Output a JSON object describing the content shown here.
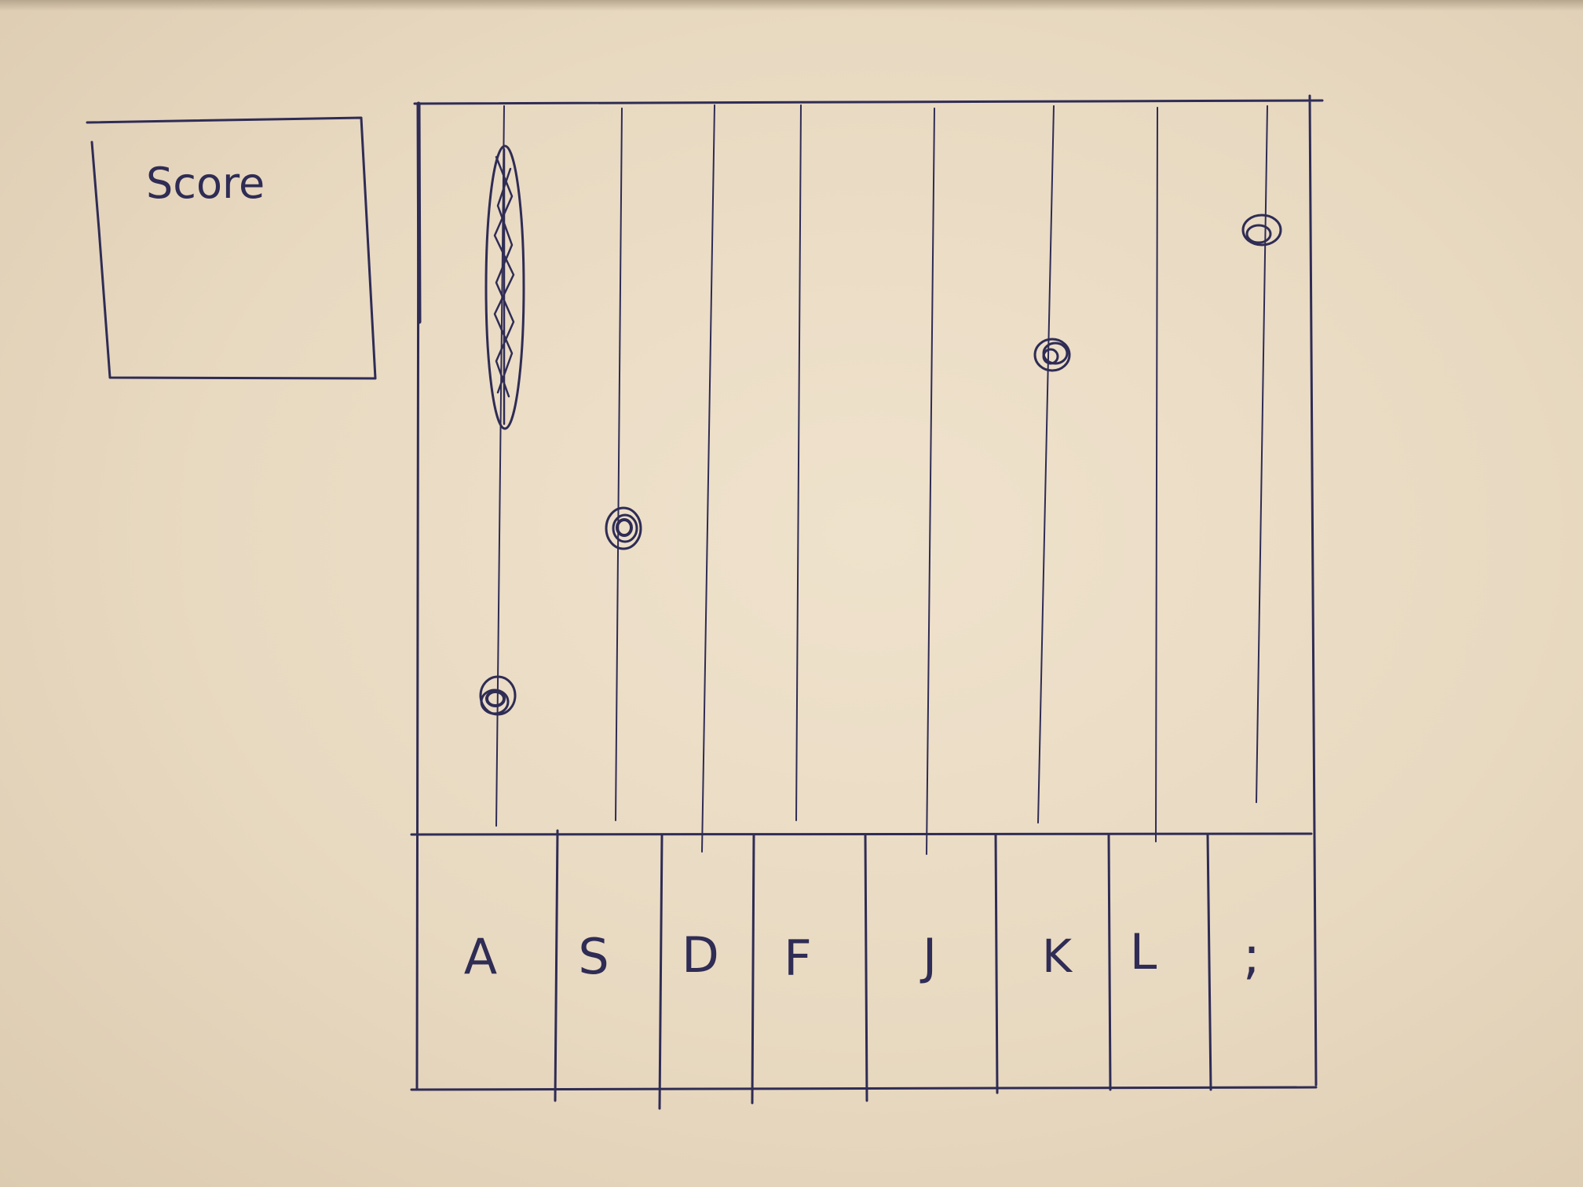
{
  "score_panel": {
    "label": "Score"
  },
  "lanes": [
    {
      "key": "A"
    },
    {
      "key": "S"
    },
    {
      "key": "D"
    },
    {
      "key": "F"
    },
    {
      "key": "J"
    },
    {
      "key": "K"
    },
    {
      "key": "L"
    },
    {
      "key": ";"
    }
  ],
  "notes": [
    {
      "lane": 0,
      "kind": "hold"
    },
    {
      "lane": 0,
      "kind": "tap"
    },
    {
      "lane": 1,
      "kind": "tap"
    },
    {
      "lane": 5,
      "kind": "tap"
    },
    {
      "lane": 7,
      "kind": "tap"
    }
  ],
  "colors": {
    "ink": "#2f2c55",
    "paper": "#ebddc6"
  }
}
